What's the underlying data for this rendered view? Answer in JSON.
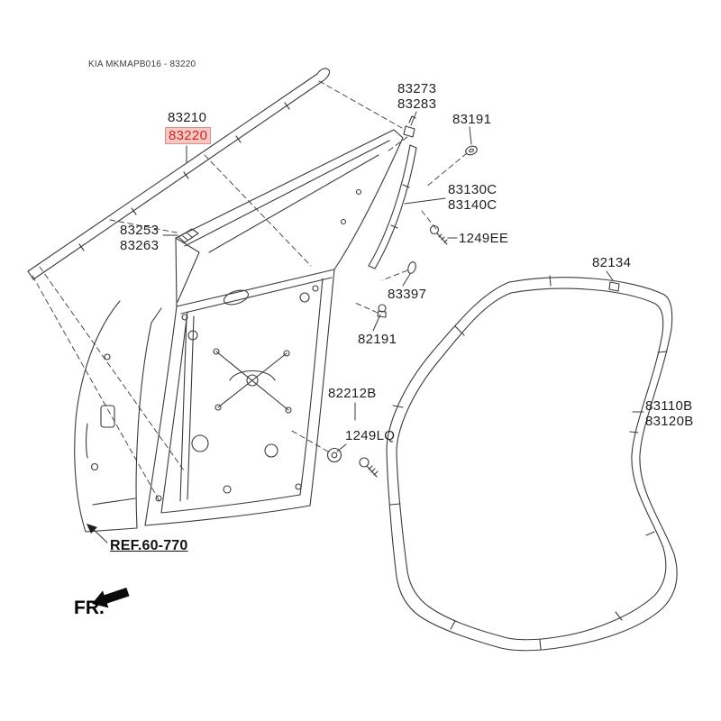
{
  "watermark": "KIA MKMAPB016 - 83220",
  "highlighted_part": "83220",
  "colors": {
    "line": "#3a3a3a",
    "label_text": "#1f1f1f",
    "highlight_bg": "#f6c8c5",
    "highlight_text": "#cc2a21",
    "highlight_border": "#de8f8a"
  },
  "labels": {
    "p83210": "83210",
    "p83220": "83220",
    "p83273": "83273",
    "p83283": "83283",
    "p83191": "83191",
    "p83130c": "83130C",
    "p83140c": "83140C",
    "p1249ee": "1249EE",
    "p83253": "83253",
    "p83263": "83263",
    "p83397": "83397",
    "p82191": "82191",
    "p82134": "82134",
    "p82212b": "82212B",
    "p1249lq": "1249LQ",
    "p83110b": "83110B",
    "p83120b": "83120B",
    "ref": "REF.60-770",
    "fr": "FR."
  }
}
